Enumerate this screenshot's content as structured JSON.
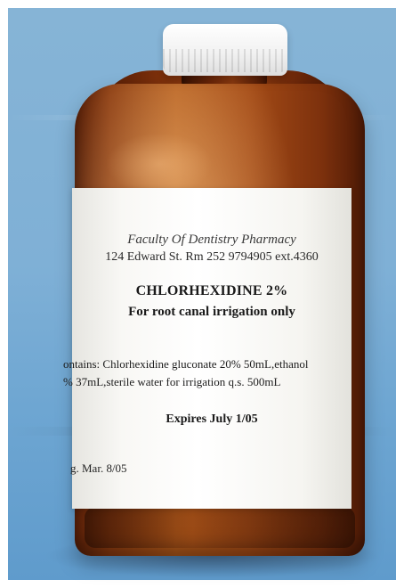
{
  "label": {
    "pharmacy": "Faculty Of Dentistry Pharmacy",
    "address": "124 Edward St. Rm 252 9794905 ext.4360",
    "drug_name": "CHLORHEXIDINE 2%",
    "usage": "For root canal irrigation only",
    "contains_line1": "ontains: Chlorhexidine gluconate 20% 50mL,ethanol",
    "contains_line2": "% 37mL,sterile water for irrigation q.s. 500mL",
    "expires": "Expires July 1/05",
    "date_note": "g. Mar. 8/05"
  },
  "colors": {
    "bottle_amber": "#a44b16",
    "cloth_blue": "#7fb0d6",
    "cap_white": "#f2f2f2",
    "label_paper": "#f4f3ee"
  }
}
